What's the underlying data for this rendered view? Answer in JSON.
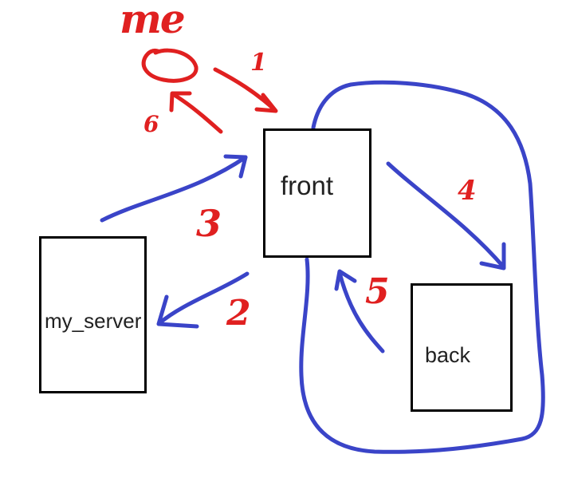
{
  "nodes": {
    "front": {
      "label": "front"
    },
    "my_server": {
      "label": "my_server"
    },
    "back": {
      "label": "back"
    }
  },
  "actor": {
    "label": "me"
  },
  "steps": {
    "s1": "1",
    "s2": "2",
    "s3": "3",
    "s4": "4",
    "s5": "5",
    "s6": "6"
  },
  "colors": {
    "step_ink": "#e02020",
    "arrow_ink": "#3a44c8",
    "box_border": "#000000"
  }
}
